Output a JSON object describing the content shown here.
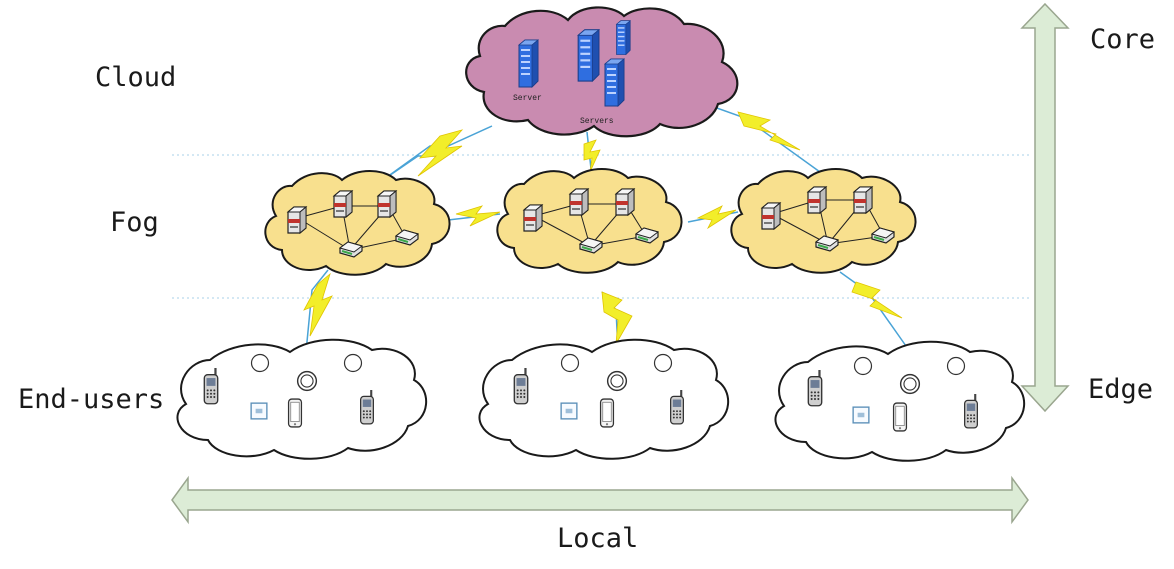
{
  "labels": {
    "cloud": "Cloud",
    "fog": "Fog",
    "end_users": "End-users",
    "core": "Core",
    "edge": "Edge",
    "local": "Local",
    "server": "Server",
    "servers": "Servers"
  },
  "colors": {
    "cloud_fill": "#c98bb0",
    "fog_fill": "#f8e08e",
    "enduser_fill": "#ffffff",
    "outline": "#1a1a1a",
    "arrow_fill": "#dcecd6",
    "arrow_stroke": "#9aa68f",
    "lightning_fill": "#f2ee2a",
    "lightning_stroke": "#4aa3d6",
    "separator": "#a9d2ea",
    "server_blue": "#2f6ee0",
    "server_gray": "#d8d8d8",
    "server_red": "#c0332d"
  },
  "icons": {
    "cloud_servers": "blue-server-tower-icon",
    "fog_nodes": "fog-server-icon",
    "fog_routers": "router-icon",
    "phone": "mobile-phone-icon",
    "tablet": "tablet-icon",
    "sensor": "sensor-circle-icon",
    "chip": "device-chip-icon"
  }
}
